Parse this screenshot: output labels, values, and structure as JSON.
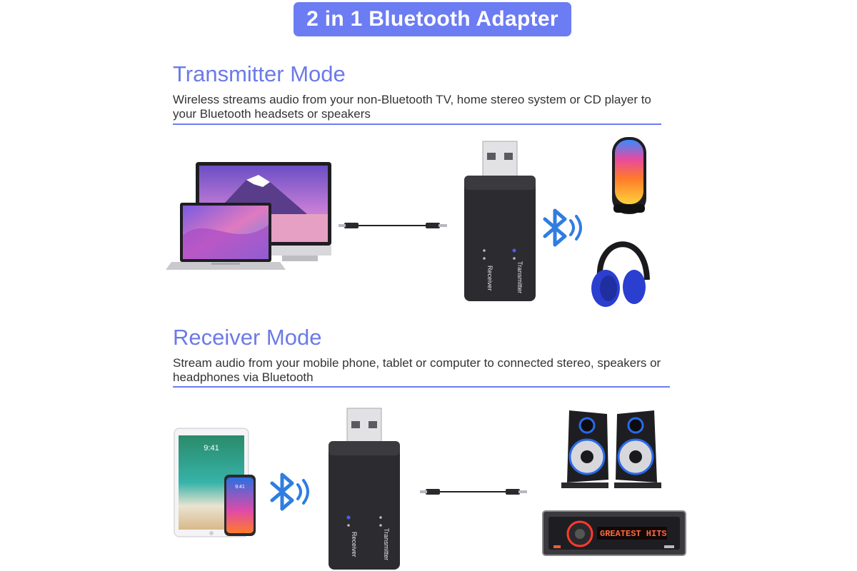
{
  "header": {
    "title": "2 in 1 Bluetooth Adapter"
  },
  "transmitter": {
    "title": "Transmitter Mode",
    "description_line1": "Wireless streams audio from your non-Bluetooth TV, home stereo system or CD player to",
    "description_line2": "your Bluetooth headsets or speakers"
  },
  "receiver": {
    "title": "Receiver Mode",
    "description_line1": "Stream audio from your mobile phone, tablet or computer to connected stereo, speakers or",
    "description_line2": "headphones via Bluetooth"
  },
  "adapter": {
    "receiver_label": "Receiver",
    "transmitter_label": "Transmitter"
  },
  "devices": {
    "tablet_time": "9:41",
    "phone_time": "9:41",
    "car_stereo_display": "GREATEST HITS"
  },
  "colors": {
    "accent": "#6c7cf3",
    "bluetooth": "#2f7de1",
    "led": "#4a5cff"
  }
}
